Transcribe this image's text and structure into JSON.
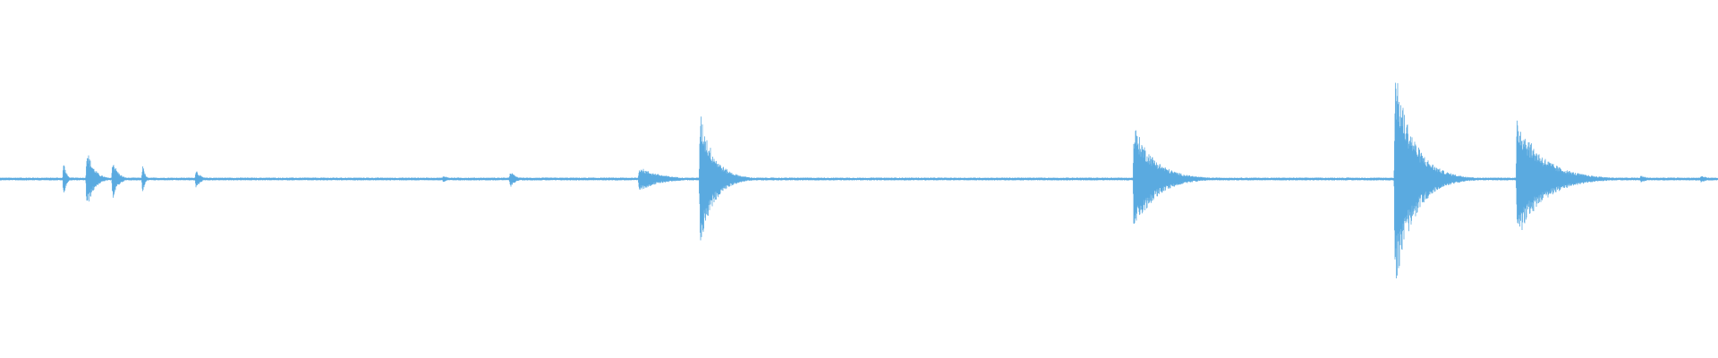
{
  "colors": {
    "background": "#ffffff",
    "waveform": "#5aaae0"
  },
  "waveform": {
    "baseline_amplitude": 0.008,
    "peak_scale": 1.0,
    "transients": [
      {
        "position": 0.037,
        "amplitude": 0.11,
        "decay": 0.0015
      },
      {
        "position": 0.0505,
        "amplitude": 0.18,
        "decay": 0.004
      },
      {
        "position": 0.0655,
        "amplitude": 0.12,
        "decay": 0.003
      },
      {
        "position": 0.083,
        "amplitude": 0.1,
        "decay": 0.0012
      },
      {
        "position": 0.114,
        "amplitude": 0.06,
        "decay": 0.0025
      },
      {
        "position": 0.258,
        "amplitude": 0.02,
        "decay": 0.004
      },
      {
        "position": 0.297,
        "amplitude": 0.05,
        "decay": 0.003
      },
      {
        "position": 0.372,
        "amplitude": 0.07,
        "decay": 0.012
      },
      {
        "position": 0.4075,
        "amplitude": 0.38,
        "decay": 0.008
      },
      {
        "position": 0.66,
        "amplitude": 0.31,
        "decay": 0.012
      },
      {
        "position": 0.812,
        "amplitude": 0.62,
        "decay": 0.011
      },
      {
        "position": 0.883,
        "amplitude": 0.35,
        "decay": 0.015
      },
      {
        "position": 0.955,
        "amplitude": 0.02,
        "decay": 0.005
      },
      {
        "position": 0.99,
        "amplitude": 0.02,
        "decay": 0.005
      }
    ]
  }
}
